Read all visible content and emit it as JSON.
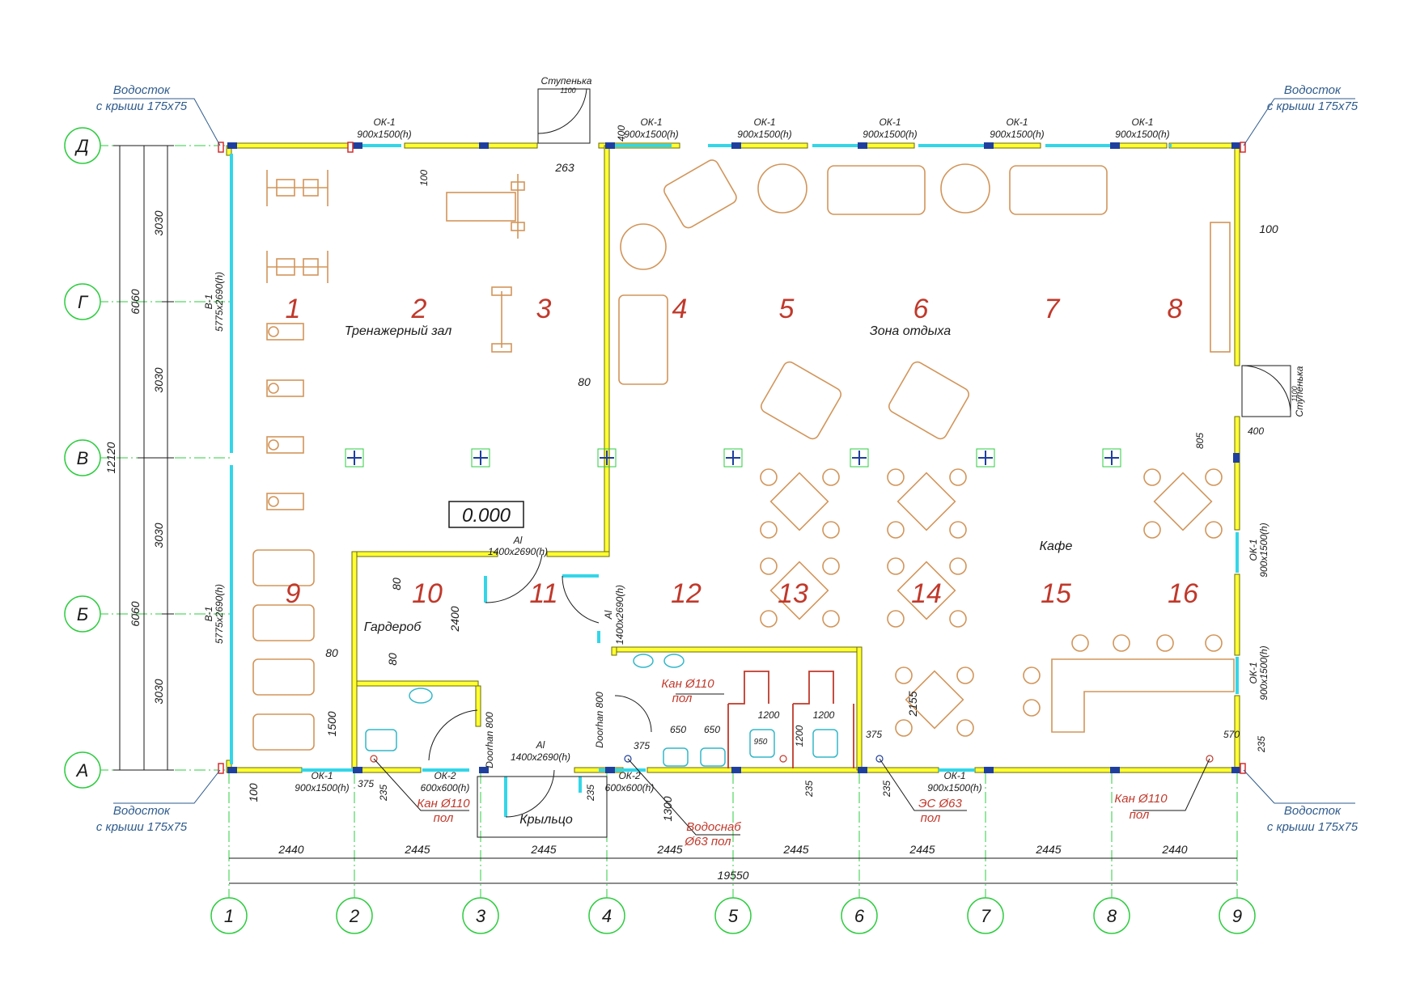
{
  "axes": {
    "rows": [
      "Д",
      "Г",
      "В",
      "Б",
      "А"
    ],
    "cols": [
      "1",
      "2",
      "3",
      "4",
      "5",
      "6",
      "7",
      "8",
      "9"
    ]
  },
  "dims": {
    "bottom": [
      "2440",
      "2445",
      "2445",
      "2445",
      "2445",
      "2445",
      "2445",
      "2440"
    ],
    "total_x": "19550",
    "left_half": [
      "6060",
      "6060"
    ],
    "left_parts": [
      "3030",
      "3030",
      "3030",
      "3030"
    ],
    "total_y": "12120"
  },
  "rooms": {
    "nums": [
      "1",
      "2",
      "3",
      "4",
      "5",
      "6",
      "7",
      "8",
      "9",
      "10",
      "11",
      "12",
      "13",
      "14",
      "15",
      "16"
    ],
    "gym": "Тренажерный зал",
    "rest": "Зона отдыха",
    "cafe": "Кафе",
    "wardrobe": "Гардероб",
    "porch": "Крыльцо"
  },
  "level": "0.000",
  "labels": {
    "drain_line1": "Водосток",
    "drain_line2": "с крыши 175x75",
    "ok1": "ОК-1",
    "ok1_size": "900x1500(h)",
    "ok2": "ОК-2",
    "ok2_size": "600x600(h)",
    "v1": "В-1",
    "v1_size": "5775x2690(h)",
    "al": "Al",
    "al_size": "1400x2690(h)",
    "step": "Ступенька",
    "doorhan": "Doorhan 800",
    "kan": "Кан Ø110",
    "pol": "пол",
    "vodosnab": "Водоснаб",
    "vodosnab2": "Ø63 пол",
    "es": "ЭС Ø63"
  },
  "small_dims": [
    "100",
    "263",
    "400",
    "1100",
    "80",
    "2400",
    "1500",
    "375",
    "235",
    "1300",
    "2155",
    "1200",
    "650",
    "950",
    "570",
    "805"
  ],
  "colors": {
    "wall": "#ffff33",
    "wall_stroke": "#6a6a00",
    "glass": "#33d6e8",
    "axis": "#2ecc40",
    "furniture": "#d2955a",
    "room_number": "#c0392b",
    "drain_text": "#2e5b8c"
  }
}
